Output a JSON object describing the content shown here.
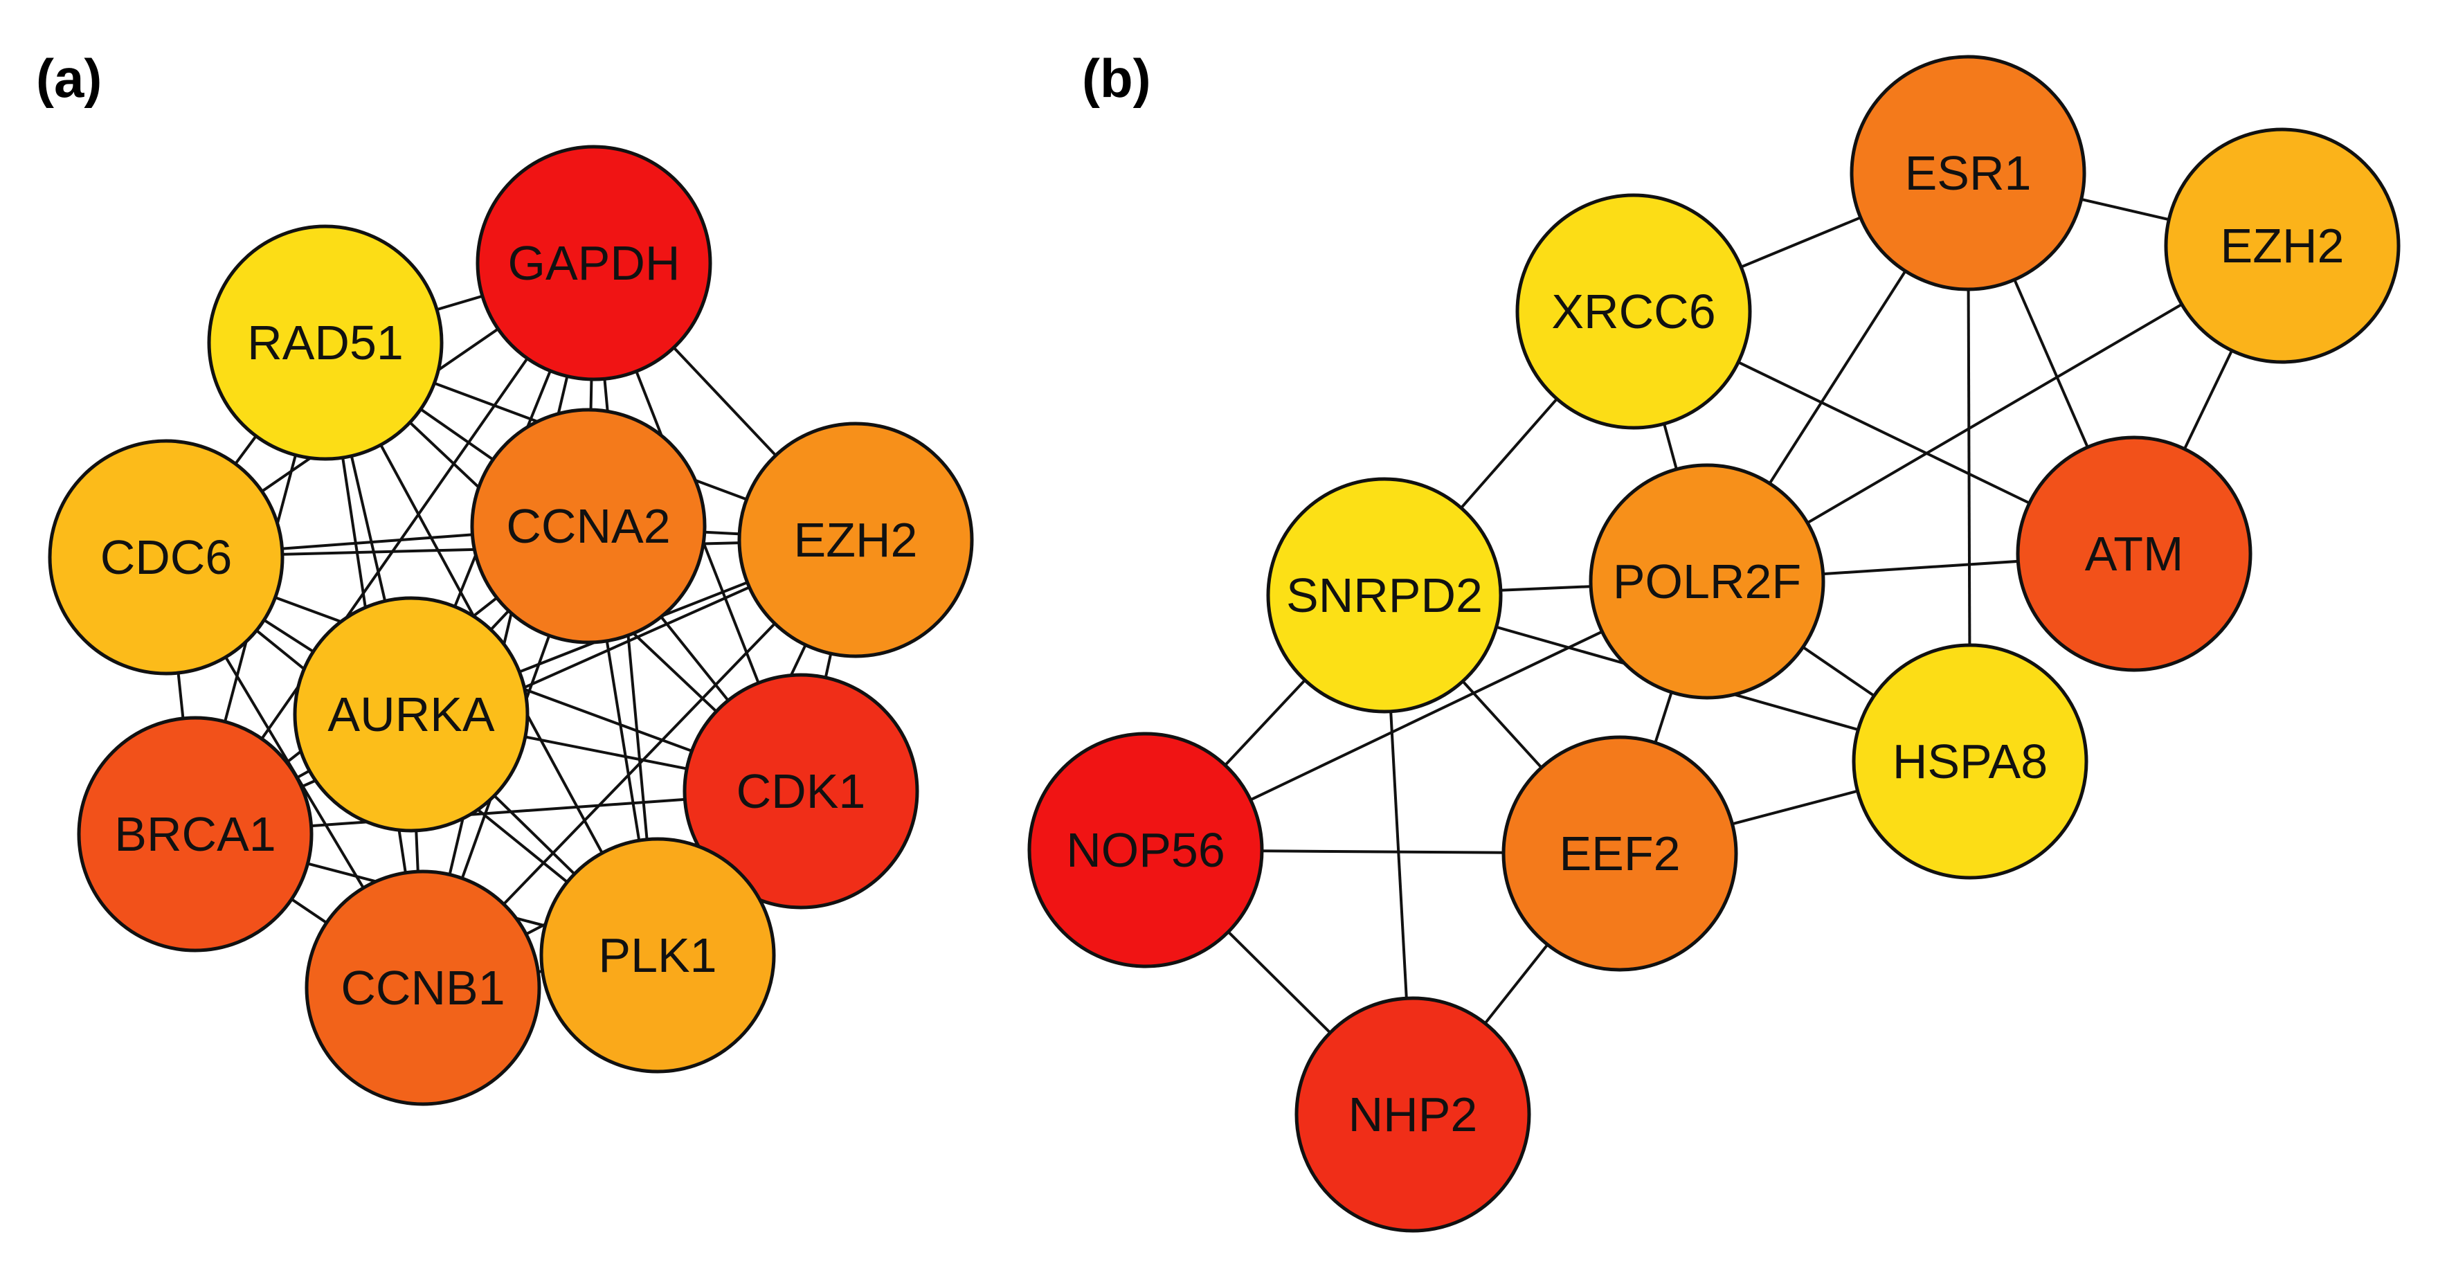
{
  "panels": [
    {
      "label": "(a)",
      "nodes": [
        {
          "id": "GAPDH",
          "label": "GAPDH",
          "color": "#F01414"
        },
        {
          "id": "RAD51",
          "label": "RAD51",
          "color": "#FCDD16"
        },
        {
          "id": "CCNA2",
          "label": "CCNA2",
          "color": "#F47A1B"
        },
        {
          "id": "EZH2",
          "label": "EZH2",
          "color": "#F7901A"
        },
        {
          "id": "CDC6",
          "label": "CDC6",
          "color": "#FCBB1A"
        },
        {
          "id": "AURKA",
          "label": "AURKA",
          "color": "#FCBE1A"
        },
        {
          "id": "BRCA1",
          "label": "BRCA1",
          "color": "#F2511A"
        },
        {
          "id": "CDK1",
          "label": "CDK1",
          "color": "#F02E18"
        },
        {
          "id": "CCNB1",
          "label": "CCNB1",
          "color": "#F2631A"
        },
        {
          "id": "PLK1",
          "label": "PLK1",
          "color": "#FAA91A"
        }
      ],
      "edges": [
        [
          "RAD51",
          "GAPDH"
        ],
        [
          "RAD51",
          "CCNA2"
        ],
        [
          "RAD51",
          "EZH2"
        ],
        [
          "RAD51",
          "CDC6"
        ],
        [
          "RAD51",
          "AURKA"
        ],
        [
          "RAD51",
          "BRCA1"
        ],
        [
          "RAD51",
          "CDK1"
        ],
        [
          "RAD51",
          "CCNB1"
        ],
        [
          "RAD51",
          "PLK1"
        ],
        [
          "GAPDH",
          "CCNA2"
        ],
        [
          "GAPDH",
          "EZH2"
        ],
        [
          "GAPDH",
          "CDC6"
        ],
        [
          "GAPDH",
          "AURKA"
        ],
        [
          "GAPDH",
          "BRCA1"
        ],
        [
          "GAPDH",
          "CDK1"
        ],
        [
          "GAPDH",
          "CCNB1"
        ],
        [
          "GAPDH",
          "PLK1"
        ],
        [
          "CCNA2",
          "EZH2"
        ],
        [
          "CCNA2",
          "CDC6"
        ],
        [
          "CCNA2",
          "AURKA"
        ],
        [
          "CCNA2",
          "BRCA1"
        ],
        [
          "CCNA2",
          "CDK1"
        ],
        [
          "CCNA2",
          "CCNB1"
        ],
        [
          "CCNA2",
          "PLK1"
        ],
        [
          "EZH2",
          "CDC6"
        ],
        [
          "EZH2",
          "AURKA"
        ],
        [
          "EZH2",
          "BRCA1"
        ],
        [
          "EZH2",
          "CDK1"
        ],
        [
          "EZH2",
          "CCNB1"
        ],
        [
          "EZH2",
          "PLK1"
        ],
        [
          "CDC6",
          "AURKA"
        ],
        [
          "CDC6",
          "BRCA1"
        ],
        [
          "CDC6",
          "CDK1"
        ],
        [
          "CDC6",
          "CCNB1"
        ],
        [
          "CDC6",
          "PLK1"
        ],
        [
          "AURKA",
          "BRCA1"
        ],
        [
          "AURKA",
          "CDK1"
        ],
        [
          "AURKA",
          "CCNB1"
        ],
        [
          "AURKA",
          "PLK1"
        ],
        [
          "BRCA1",
          "CDK1"
        ],
        [
          "BRCA1",
          "CCNB1"
        ],
        [
          "BRCA1",
          "PLK1"
        ],
        [
          "CDK1",
          "CCNB1"
        ],
        [
          "CDK1",
          "PLK1"
        ],
        [
          "CCNB1",
          "PLK1"
        ]
      ]
    },
    {
      "label": "(b)",
      "nodes": [
        {
          "id": "ESR1",
          "label": "ESR1",
          "color": "#F47A1B"
        },
        {
          "id": "EZH2",
          "label": "EZH2",
          "color": "#FBB31A"
        },
        {
          "id": "XRCC6",
          "label": "XRCC6",
          "color": "#FCDD16"
        },
        {
          "id": "SNRPD2",
          "label": "SNRPD2",
          "color": "#FCE016"
        },
        {
          "id": "POLR2F",
          "label": "POLR2F",
          "color": "#F7901A"
        },
        {
          "id": "ATM",
          "label": "ATM",
          "color": "#F2511A"
        },
        {
          "id": "HSPA8",
          "label": "HSPA8",
          "color": "#FCDD16"
        },
        {
          "id": "NOP56",
          "label": "NOP56",
          "color": "#F01414"
        },
        {
          "id": "EEF2",
          "label": "EEF2",
          "color": "#F47A1B"
        },
        {
          "id": "NHP2",
          "label": "NHP2",
          "color": "#F02E18"
        }
      ],
      "edges": [
        [
          "XRCC6",
          "ESR1"
        ],
        [
          "XRCC6",
          "SNRPD2"
        ],
        [
          "XRCC6",
          "POLR2F"
        ],
        [
          "XRCC6",
          "ATM"
        ],
        [
          "ESR1",
          "EZH2"
        ],
        [
          "ESR1",
          "POLR2F"
        ],
        [
          "ESR1",
          "ATM"
        ],
        [
          "ESR1",
          "HSPA8"
        ],
        [
          "EZH2",
          "POLR2F"
        ],
        [
          "EZH2",
          "ATM"
        ],
        [
          "SNRPD2",
          "POLR2F"
        ],
        [
          "SNRPD2",
          "HSPA8"
        ],
        [
          "SNRPD2",
          "EEF2"
        ],
        [
          "SNRPD2",
          "NOP56"
        ],
        [
          "SNRPD2",
          "NHP2"
        ],
        [
          "POLR2F",
          "ATM"
        ],
        [
          "POLR2F",
          "HSPA8"
        ],
        [
          "POLR2F",
          "EEF2"
        ],
        [
          "POLR2F",
          "NOP56"
        ],
        [
          "NOP56",
          "EEF2"
        ],
        [
          "NOP56",
          "NHP2"
        ],
        [
          "EEF2",
          "HSPA8"
        ],
        [
          "EEF2",
          "NHP2"
        ]
      ]
    }
  ]
}
